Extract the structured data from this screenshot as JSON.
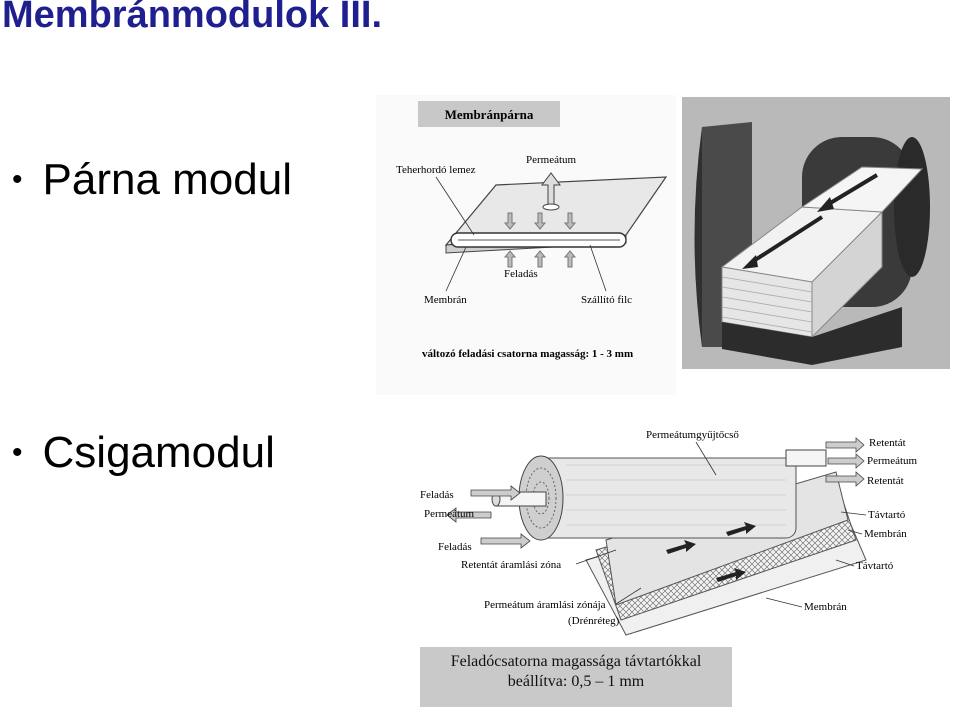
{
  "slide": {
    "title": "Membránmodulok III.",
    "bullets": [
      "Párna modul",
      "Csigamodul"
    ]
  },
  "pillow_figure": {
    "header": "Membránpárna",
    "labels": {
      "plate": "Teherhordó lemez",
      "permeate": "Permeátum",
      "feed": "Feladás",
      "membrane": "Membrán",
      "felt": "Szállító filc"
    },
    "caption": "változó feladási csatorna magasság: 1 - 3 mm"
  },
  "spiral_figure": {
    "labels": {
      "collector": "Permeátumgyűjtőcső",
      "retentate_top": "Retentát",
      "permeate_right": "Permeátum",
      "retentate_right": "Retentát",
      "feed_left": "Feladás",
      "permeate_left": "Permeátum",
      "feed_left2": "Feladás",
      "retentate_zone": "Retentát áramlási zóna",
      "spacer1": "Távtartó",
      "membrane1": "Membrán",
      "spacer2": "Távtartó",
      "permeate_zone": "Permeátum áramlási zónája",
      "drain": "(Drénréteg)",
      "membrane2": "Membrán"
    },
    "caption_line1": "Feladócsatorna magassága távtartókkal",
    "caption_line2": "beállítva: 0,5 – 1 mm"
  },
  "colors": {
    "title": "#1f1f8f",
    "caption_box": "#c9c9c9"
  }
}
